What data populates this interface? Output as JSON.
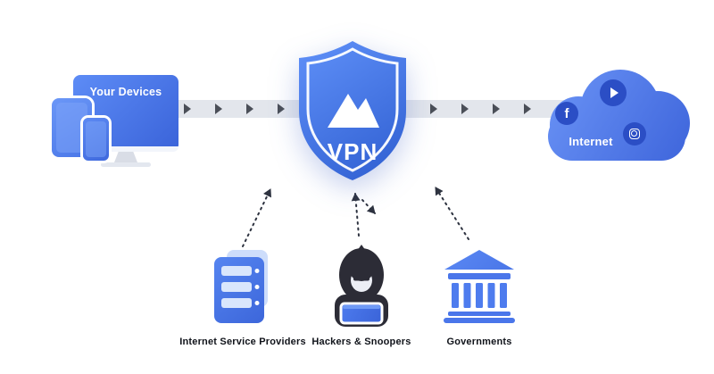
{
  "diagram": {
    "devices": {
      "label": "Your Devices"
    },
    "shield": {
      "label": "VPN"
    },
    "cloud": {
      "label": "Internet",
      "facebook_glyph": "f",
      "icons": [
        "facebook-icon",
        "youtube-icon",
        "instagram-icon"
      ]
    },
    "threats": [
      {
        "id": "isp",
        "label": "Internet Service Providers",
        "icon": "server-icon"
      },
      {
        "id": "hackers",
        "label": "Hackers & Snoopers",
        "icon": "hacker-icon"
      },
      {
        "id": "governments",
        "label": "Governments",
        "icon": "government-building-icon"
      }
    ],
    "colors": {
      "brand_blue": "#3f6ae0",
      "brand_blue_light": "#6b97f7",
      "badge_blue_dark": "#2b4ec5",
      "band_gray": "#e3e6ec",
      "chevron_gray": "#4b4f58",
      "arrow_dark": "#2e3340",
      "hacker_dark": "#2c2c36",
      "label_dark": "#10131a"
    }
  }
}
